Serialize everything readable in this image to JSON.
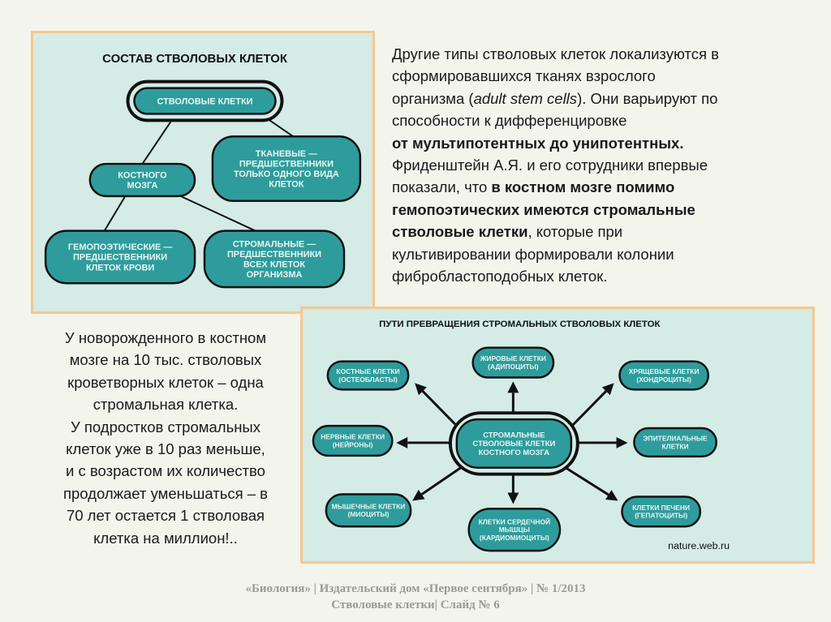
{
  "diagram1": {
    "title": "СОСТАВ СТВОЛОВЫХ КЛЕТОК",
    "root": [
      "СТВОЛОВЫЕ КЛЕТКИ"
    ],
    "bone_marrow": [
      "КОСТНОГО",
      "МОЗГА"
    ],
    "tissue": [
      "ТКАНЕВЫЕ —",
      "ПРЕДШЕСТВЕННИКИ",
      "ТОЛЬКО ОДНОГО ВИДА",
      "КЛЕТОК"
    ],
    "hematopoietic": [
      "ГЕМОПОЭТИЧЕСКИЕ —",
      "ПРЕДШЕСТВЕННИКИ",
      "КЛЕТОК КРОВИ"
    ],
    "stromal": [
      "СТРОМАЛЬНЫЕ —",
      "ПРЕДШЕСТВЕННИКИ",
      "ВСЕХ КЛЕТОК",
      "ОРГАНИЗМА"
    ]
  },
  "diagram2": {
    "title": "ПУТИ ПРЕВРАЩЕНИЯ СТРОМАЛЬНЫХ СТВОЛОВЫХ КЛЕТОК",
    "center": [
      "СТРОМАЛЬНЫЕ",
      "СТВОЛОВЫЕ КЛЕТКИ",
      "КОСТНОГО МОЗГА"
    ],
    "fat": [
      "ЖИРОВЫЕ КЛЕТКИ",
      "(АДИПОЦИТЫ)"
    ],
    "bone": [
      "КОСТНЫЕ КЛЕТКИ",
      "(ОСТЕОБЛАСТЫ)"
    ],
    "cartilage": [
      "ХРЯЩЕВЫЕ КЛЕТКИ",
      "(ХОНДРОЦИТЫ)"
    ],
    "nerve": [
      "НЕРВНЫЕ КЛЕТКИ",
      "(НЕЙРОНЫ)"
    ],
    "epithelial": [
      "ЭПИТЕЛИАЛЬНЫЕ",
      "КЛЕТКИ"
    ],
    "muscle": [
      "МЫШЕЧНЫЕ КЛЕТКИ",
      "(МИОЦИТЫ)"
    ],
    "cardiac": [
      "КЛЕТКИ СЕРДЕЧНОЙ",
      "МЫШЦЫ",
      "(КАРДИОМИОЦИТЫ)"
    ],
    "liver": [
      "КЛЕТКИ ПЕЧЕНИ",
      "(ГЕПАТОЦИТЫ)"
    ],
    "source": "nature.web.ru"
  },
  "right_text": [
    [
      {
        "t": "Другие типы стволовых клеток локализуются в",
        "s": ""
      }
    ],
    [
      {
        "t": "сформировавшихся тканях взрослого",
        "s": ""
      }
    ],
    [
      {
        "t": "организма (",
        "s": ""
      },
      {
        "t": "adult stem cells",
        "s": "i"
      },
      {
        "t": "). Они варьируют по",
        "s": ""
      }
    ],
    [
      {
        "t": "способности к дифференцировке",
        "s": ""
      }
    ],
    [
      {
        "t": "от мультипотентных до унипотентных.",
        "s": "b"
      }
    ],
    [
      {
        "t": "Фриденштейн А.Я. и его сотрудники впервые",
        "s": ""
      }
    ],
    [
      {
        "t": "показали, что ",
        "s": ""
      },
      {
        "t": "в костном мозге помимо",
        "s": "b"
      }
    ],
    [
      {
        "t": "гемопоэтических имеются стромальные",
        "s": "b"
      }
    ],
    [
      {
        "t": "стволовые клетки",
        "s": "b"
      },
      {
        "t": ", которые при",
        "s": ""
      }
    ],
    [
      {
        "t": "культивировании формировали колонии",
        "s": ""
      }
    ],
    [
      {
        "t": "фибробластоподобных клеток.",
        "s": ""
      }
    ]
  ],
  "left_text": [
    "У новорожденного в костном",
    "мозге на 10 тыс. стволовых",
    "кроветворных клеток – одна",
    "стромальная клетка.",
    "У подростков стромальных",
    "клеток уже в 10 раз меньше,",
    "и с возрастом их количество",
    "продолжает уменьшаться – в",
    "70 лет остается 1 стволовая",
    "клетка на миллион!.."
  ],
  "footer": {
    "line1": "«Биология»  |  Издательский дом «Первое сентября» | № 1/2013",
    "line2": "Стволовые клетки| Слайд № 6"
  },
  "colors": {
    "node": "#2e9c9c",
    "panel": "#d4ebe6",
    "border": "#f6c78e"
  }
}
